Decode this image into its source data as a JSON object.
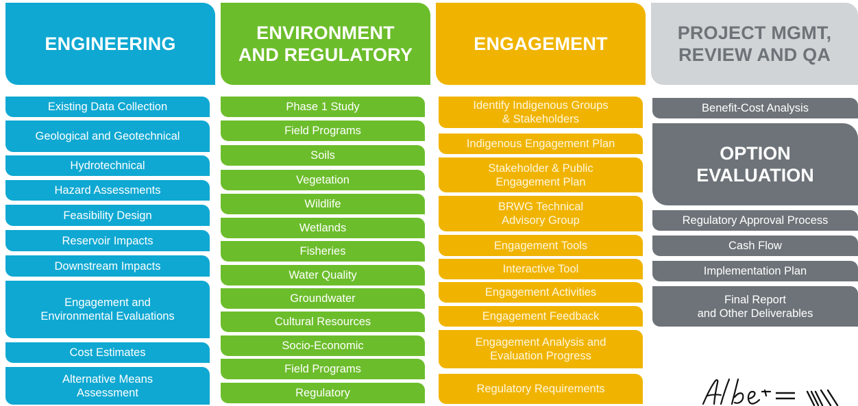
{
  "columns": {
    "engineering": {
      "header": "ENGINEERING",
      "items": [
        "Existing Data Collection",
        "Geological and Geotechnical",
        "Hydrotechnical",
        "Hazard Assessments",
        "Feasibility Design",
        "Reservoir Impacts",
        "Downstream Impacts",
        "Engagement and\nEnvironmental Evaluations",
        "Cost Estimates",
        "Alternative Means\nAssessment"
      ]
    },
    "environment": {
      "header": "ENVIRONMENT\nAND REGULATORY",
      "items": [
        "Phase 1 Study",
        "Field Programs",
        "Soils",
        "Vegetation",
        "Wildlife",
        "Wetlands",
        "Fisheries",
        "Water Quality",
        "Groundwater",
        "Cultural Resources",
        "Socio-Economic",
        "Field Programs",
        "Regulatory"
      ]
    },
    "engagement": {
      "header": "ENGAGEMENT",
      "items": [
        "Identify Indigenous Groups\n& Stakeholders",
        "Indigenous Engagement Plan",
        "Stakeholder & Public\nEngagement Plan",
        "BRWG Technical\nAdvisory Group",
        "Engagement Tools",
        "Interactive Tool",
        "Engagement Activities",
        "Engagement Feedback",
        "Engagement Analysis and\nEvaluation Progress",
        "Regulatory Requirements"
      ]
    },
    "project_mgmt": {
      "header": "PROJECT MGMT,\nREVIEW AND QA",
      "items": [
        "Benefit-Cost Analysis",
        "OPTION\nEVALUATION",
        "Regulatory Approval Process",
        "Cash Flow",
        "Implementation Plan",
        "Final Report\nand Other Deliverables"
      ]
    }
  },
  "colors": {
    "engineering": "#0fa8d2",
    "environment": "#6cbd2b",
    "engagement": "#f0b400",
    "project_mgmt": "#6d7378",
    "project_mgmt_header": "#d1d4d6"
  },
  "logo": {
    "icon": "alberta-logo",
    "text": "Alberta"
  }
}
